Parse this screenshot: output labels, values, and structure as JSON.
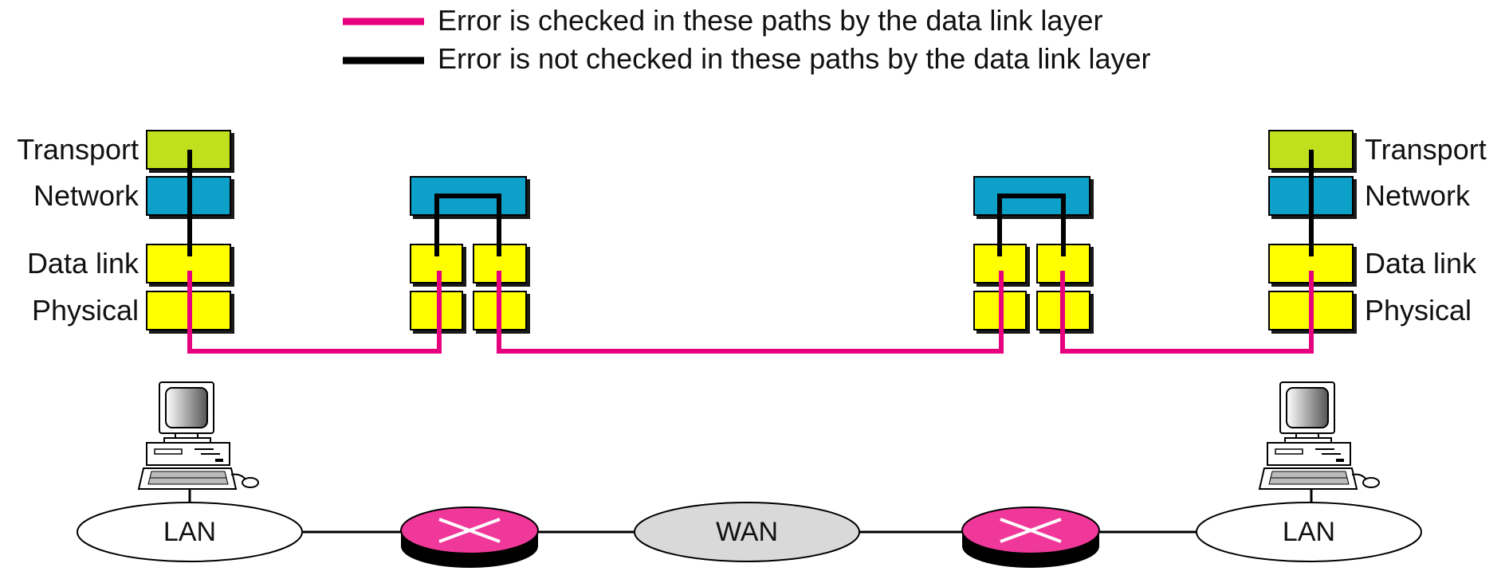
{
  "legend": {
    "checked_label": "Error is checked in these paths by the data link layer",
    "not_checked_label": "Error is not checked in these paths by the data link layer"
  },
  "layers": {
    "transport": "Transport",
    "network": "Network",
    "data_link": "Data link",
    "physical": "Physical"
  },
  "networks": {
    "left_lan": "LAN",
    "wan": "WAN",
    "right_lan": "LAN"
  },
  "colors": {
    "checked_path": "#e6007e",
    "unchecked_path": "#000000",
    "transport": "#c0df1a",
    "network": "#0aa0c8",
    "data_link": "#ffff00",
    "physical": "#ffff00",
    "router": "#f0389a",
    "wan": "#d9d9d9"
  }
}
